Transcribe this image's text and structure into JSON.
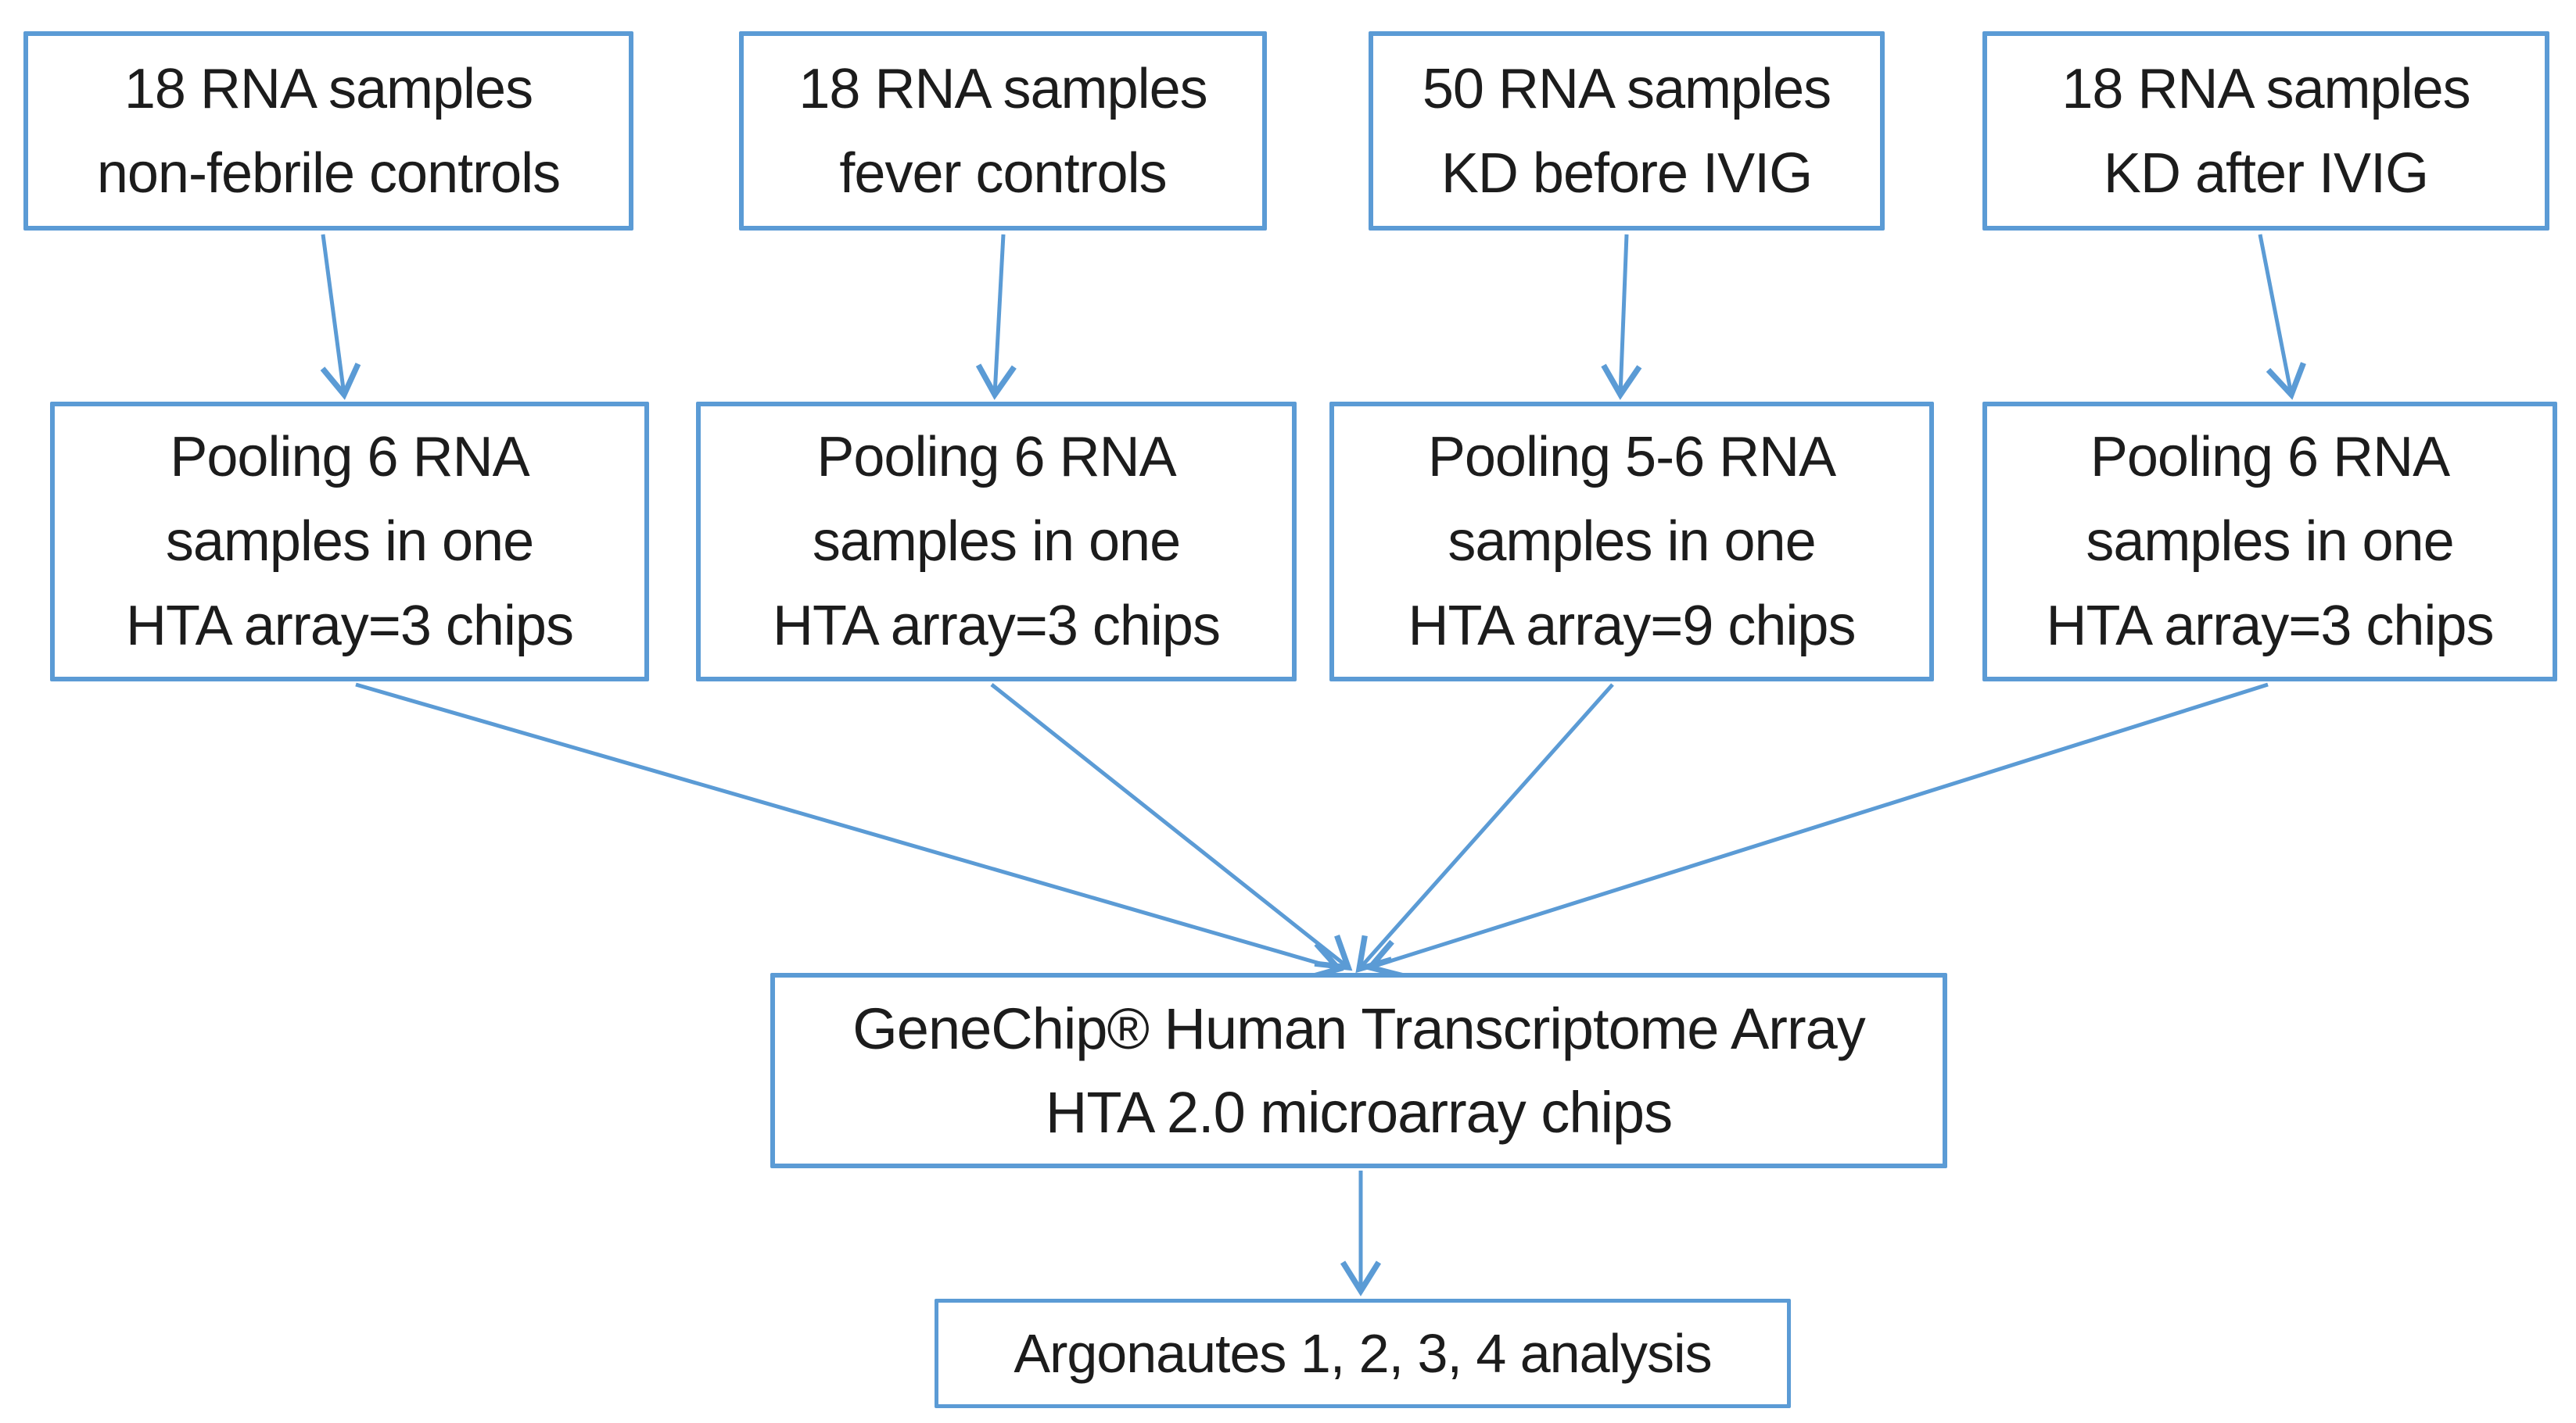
{
  "colors": {
    "accent_blue": "#5b9bd5",
    "text": "#1c1c1c",
    "background": "#ffffff"
  },
  "diagram": {
    "top_row": [
      {
        "text": "18  RNA samples\nnon-febrile controls"
      },
      {
        "text": "18  RNA samples\nfever controls"
      },
      {
        "text": "50 RNA samples\nKD before IVIG"
      },
      {
        "text": "18 RNA samples\nKD after IVIG"
      }
    ],
    "pooling_row": [
      {
        "text": "Pooling 6 RNA\nsamples in one\nHTA array=3 chips"
      },
      {
        "text": "Pooling 6 RNA\nsamples in one\nHTA array=3 chips"
      },
      {
        "text": "Pooling 5-6 RNA\nsamples in one\nHTA array=9 chips"
      },
      {
        "text": "Pooling 6 RNA\nsamples in one\nHTA array=3 chips"
      }
    ],
    "array_box": {
      "text": "GeneChip® Human Transcriptome Array\nHTA 2.0 microarray chips"
    },
    "analysis_box": {
      "text": "Argonautes 1, 2, 3, 4 analysis"
    }
  }
}
